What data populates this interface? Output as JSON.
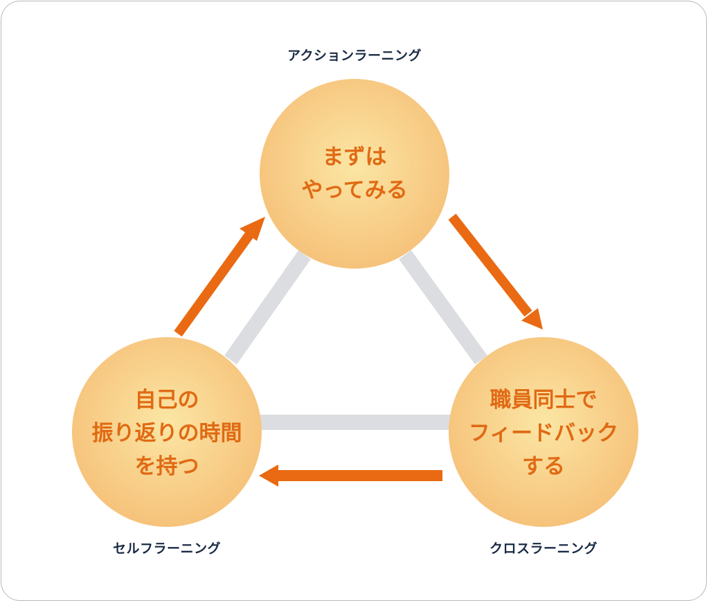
{
  "colors": {
    "accent": "#e96a12",
    "connector": "#dcdde0",
    "label_text": "#1a2a44",
    "circle_center": "#fbe6a4",
    "circle_edge": "#f6c27a",
    "circle_text": "#e06a14"
  },
  "nodes": {
    "top": {
      "label": "アクションラーニング",
      "lines": [
        "まずは",
        "やってみる"
      ]
    },
    "right": {
      "label": "クロスラーニング",
      "lines": [
        "職員同士で",
        "フィードバック",
        "する"
      ]
    },
    "left": {
      "label": "セルフラーニング",
      "lines": [
        "自己の",
        "振り返りの時間",
        "を持つ"
      ]
    }
  }
}
